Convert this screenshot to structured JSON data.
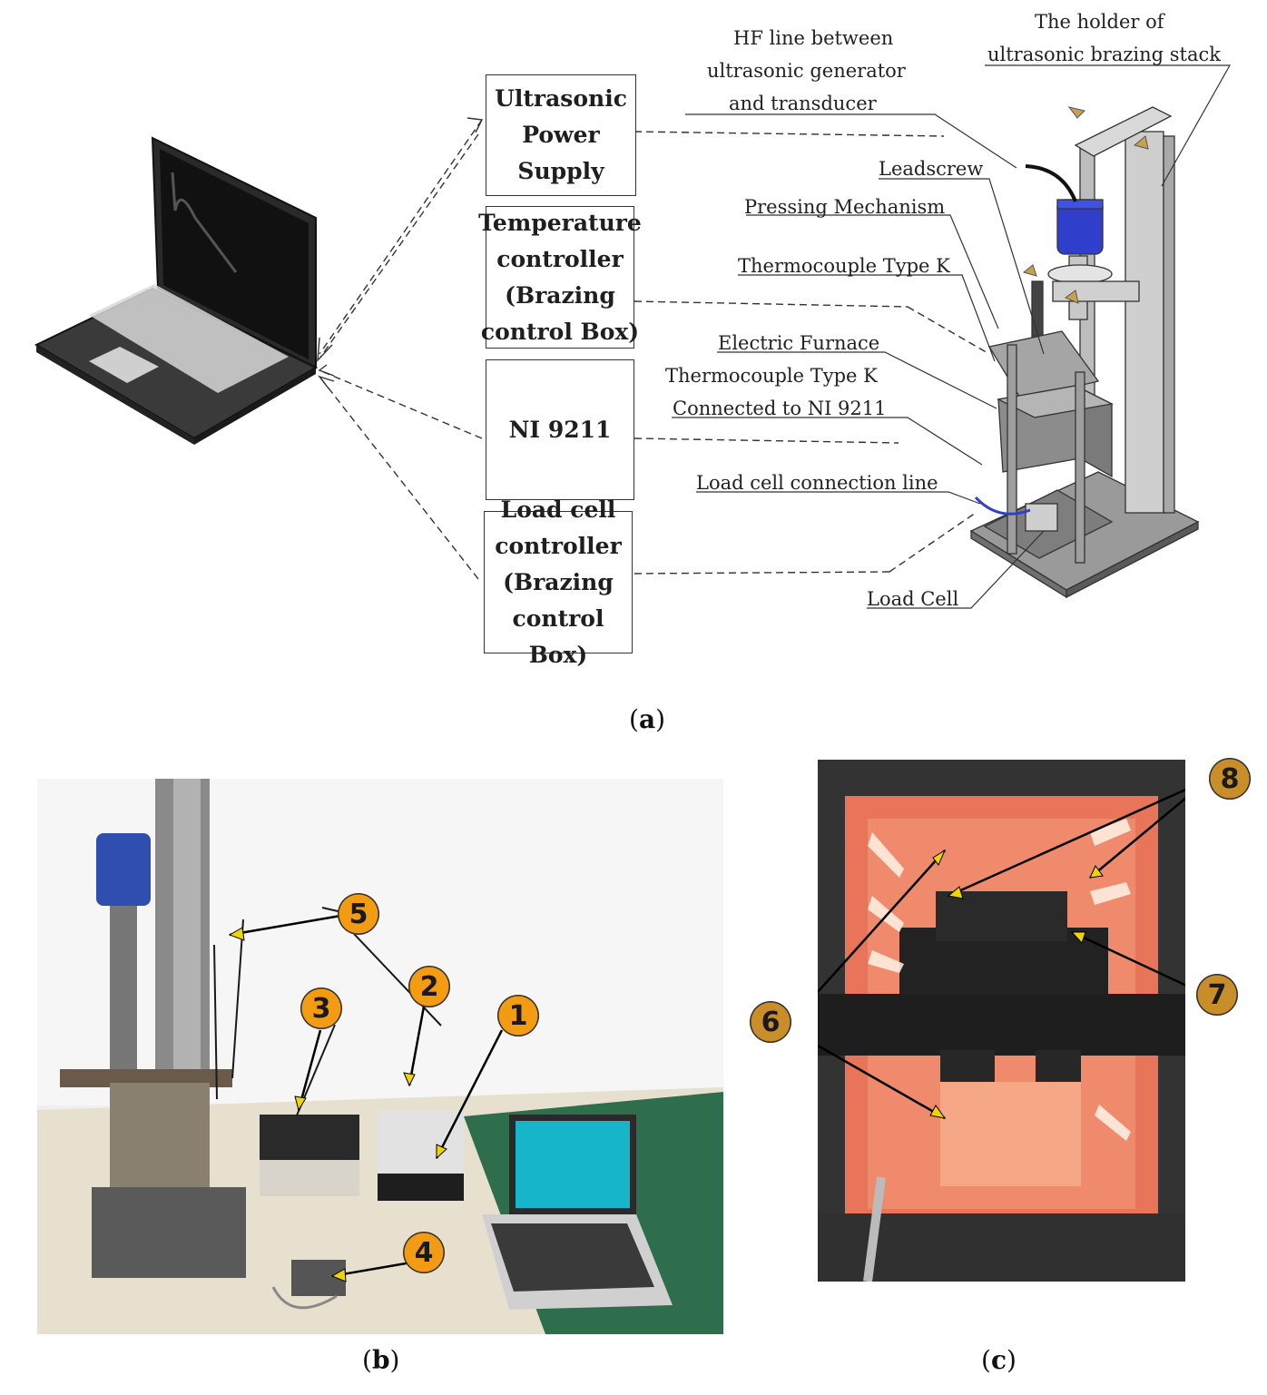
{
  "panel_a": {
    "boxes": [
      {
        "id": "ultrasonic",
        "label": "Ultrasonic\nPower\nSupply"
      },
      {
        "id": "temperature",
        "label": "Temperature\ncontroller\n(Brazing\ncontrol Box)"
      },
      {
        "id": "ni9211",
        "label": "NI 9211"
      },
      {
        "id": "loadcell",
        "label": "Load cell\ncontroller\n(Brazing\ncontrol Box)"
      }
    ],
    "callouts": {
      "hf_line_1": "HF line between",
      "hf_line_2": "ultrasonic generator",
      "hf_line_3": "and transducer",
      "holder_1": "The holder of",
      "holder_2": "ultrasonic brazing stack",
      "leadscrew": "Leadscrew",
      "pressing": "Pressing Mechanism",
      "thermocouple": "Thermocouple Type K",
      "furnace": "Electric Furnace",
      "tc_ni_1": "Thermocouple Type K",
      "tc_ni_2": "Connected to NI 9211",
      "loadcell_line": "Load cell connection line",
      "loadcell": "Load Cell"
    },
    "caption": "a"
  },
  "panel_b": {
    "markers": [
      "1",
      "2",
      "3",
      "4",
      "5"
    ],
    "caption": "b"
  },
  "panel_c": {
    "markers": [
      "6",
      "7",
      "8"
    ],
    "caption": "c"
  },
  "colors": {
    "marker_b": "#f39b12",
    "marker_c": "#c98d2a",
    "furnace_glow": "#f08060",
    "transducer_blue": "#2f3ecb"
  }
}
